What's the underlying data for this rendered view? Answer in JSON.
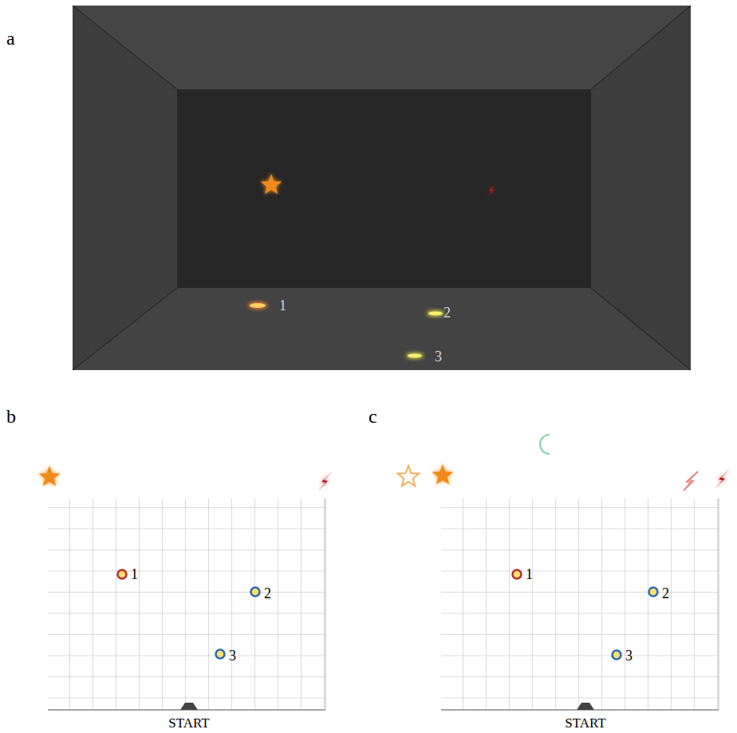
{
  "diagram": {
    "labels": [
      "a",
      "1",
      "2",
      "3",
      "b",
      "1",
      "2",
      "3",
      "START",
      "c",
      "1",
      "2",
      "3",
      "START"
    ]
  }
}
